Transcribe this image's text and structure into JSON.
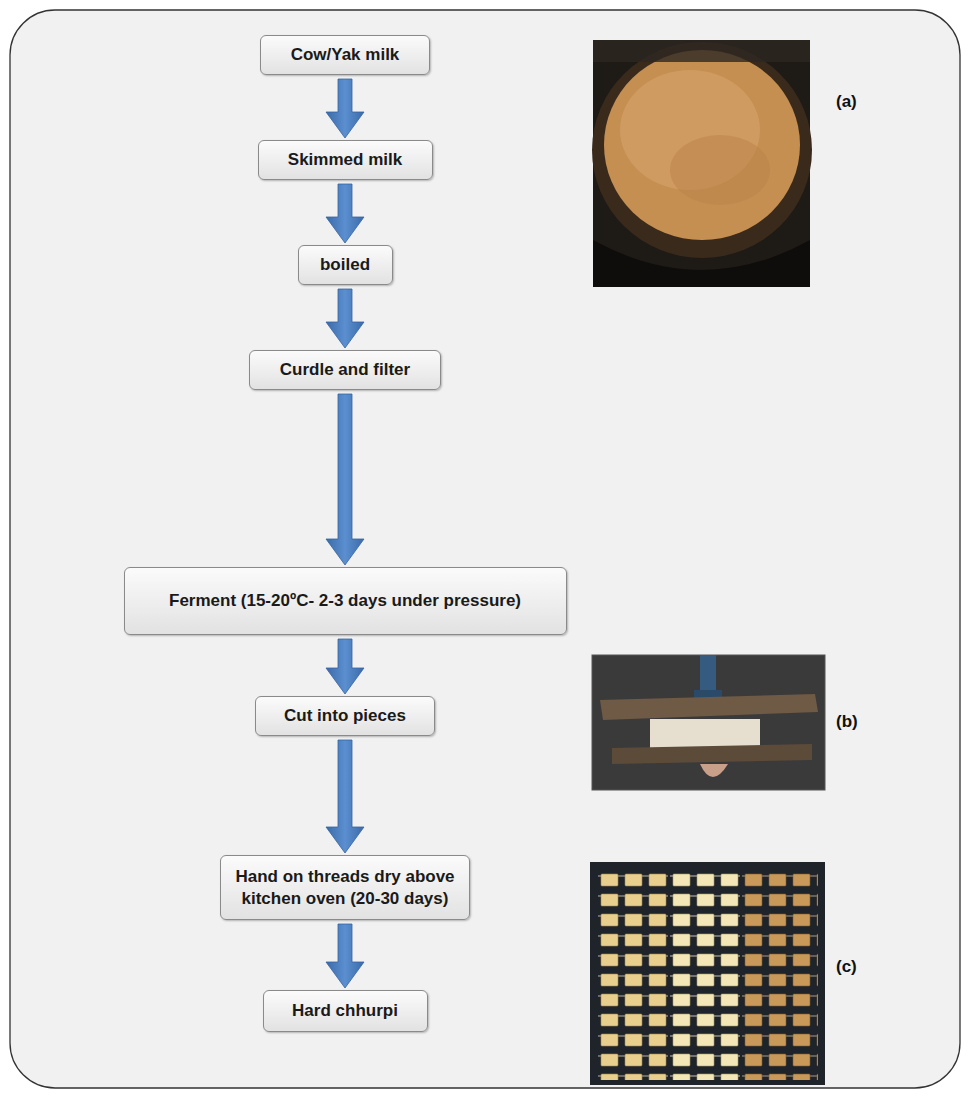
{
  "diagram": {
    "nodes": [
      {
        "text": [
          "Cow/Yak milk"
        ]
      },
      {
        "text": [
          "Skimmed milk"
        ]
      },
      {
        "text": [
          "boiled"
        ]
      },
      {
        "text": [
          "Curdle and filter"
        ]
      },
      {
        "text": [
          "Ferment (15-20ºC- 2-3 days under pressure)"
        ]
      },
      {
        "text": [
          "Cut into pieces"
        ]
      },
      {
        "text": [
          "Hand on threads dry above kitchen oven (20-30 days)"
        ]
      },
      {
        "text": [
          "Hard chhurpi"
        ]
      }
    ],
    "edges": [
      {
        "from": 0,
        "to": 1,
        "arrow": "to"
      },
      {
        "from": 1,
        "to": 2,
        "arrow": "to"
      },
      {
        "from": 2,
        "to": 3,
        "arrow": "to"
      },
      {
        "from": 3,
        "to": 4,
        "arrow": "to"
      },
      {
        "from": 4,
        "to": 5,
        "arrow": "to"
      },
      {
        "from": 5,
        "to": 6,
        "arrow": "to"
      },
      {
        "from": 6,
        "to": 7,
        "arrow": "to"
      }
    ],
    "labels": [
      "(a)",
      "(b)",
      "(c)"
    ]
  }
}
